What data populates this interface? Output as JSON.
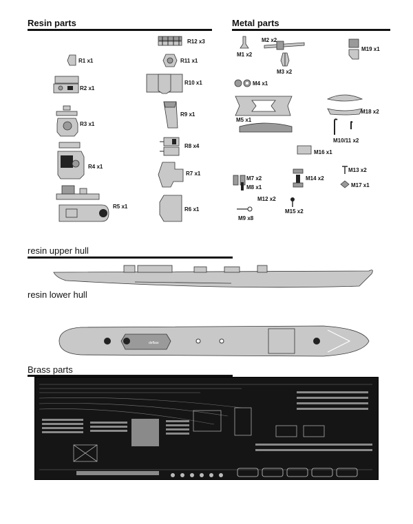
{
  "sections": {
    "resin_parts": "Resin parts",
    "metal_parts": "Metal parts",
    "upper_hull": "resin upper hull",
    "lower_hull": "resin lower hull",
    "brass_parts": "Brass parts"
  },
  "resin_labels": {
    "r1": "R1 x1",
    "r2": "R2 x1",
    "r3": "R3 x1",
    "r4": "R4 x1",
    "r5": "R5 x1",
    "r6": "R6 x1",
    "r7": "R7 x1",
    "r8": "R8 x4",
    "r9": "R9 x1",
    "r10": "R10 x1",
    "r11": "R11 x1",
    "r12": "R12 x3"
  },
  "metal_labels": {
    "m1": "M1 x2",
    "m2": "M2 x2",
    "m3": "M3 x2",
    "m4": "M4 x1",
    "m5": "M5 x1",
    "m7": "M7 x2",
    "m8": "M8 x1",
    "m9": "M9 x8",
    "m10": "M10/11 x2",
    "m12": "M12 x2",
    "m13": "M13 x2",
    "m14": "M14 x2",
    "m15": "M15 x2",
    "m16": "M16 x1",
    "m17": "M17 x1",
    "m18": "M18 x2",
    "m19": "M19 x1"
  },
  "lower_hull_label": "deflaw"
}
